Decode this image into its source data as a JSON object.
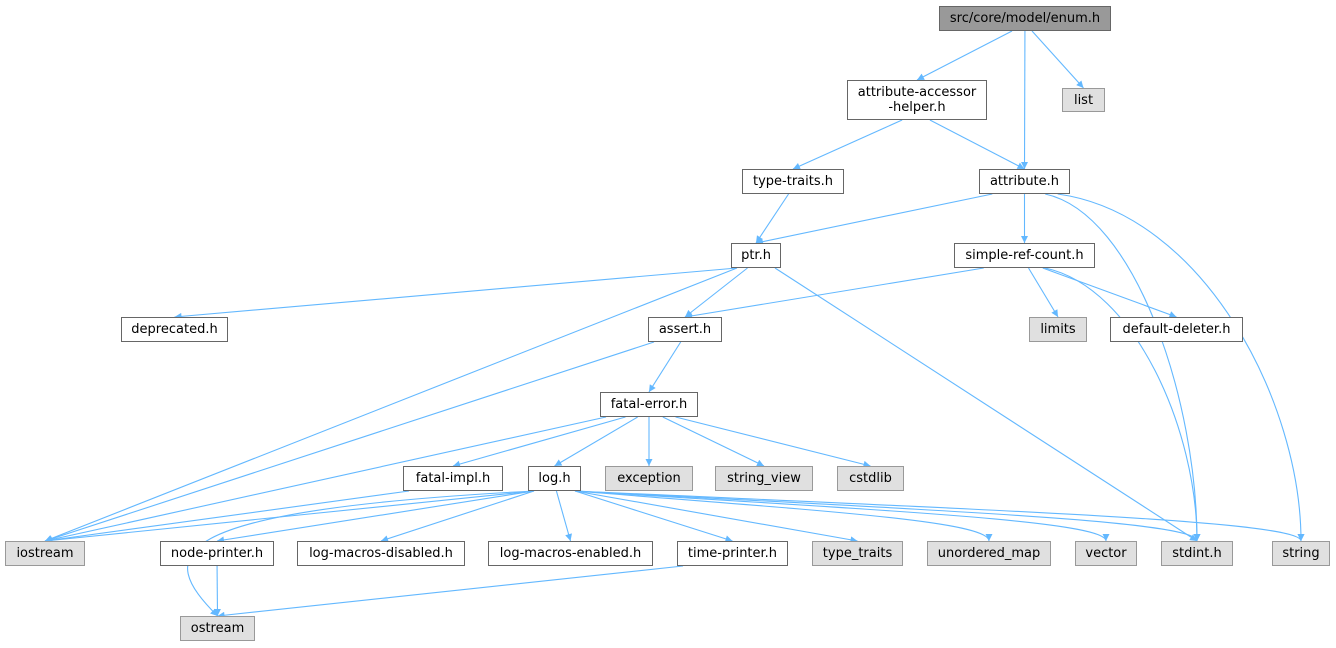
{
  "graph": {
    "nodes": [
      {
        "id": "enum",
        "label": "src/core/model/enum.h",
        "kind": "root"
      },
      {
        "id": "aah",
        "lines": [
          "attribute-accessor",
          "-helper.h"
        ],
        "kind": "file"
      },
      {
        "id": "list",
        "label": "list",
        "kind": "system"
      },
      {
        "id": "typetraits_h",
        "label": "type-traits.h",
        "kind": "file"
      },
      {
        "id": "attribute",
        "label": "attribute.h",
        "kind": "file"
      },
      {
        "id": "ptr",
        "label": "ptr.h",
        "kind": "file"
      },
      {
        "id": "srcount",
        "label": "simple-ref-count.h",
        "kind": "file"
      },
      {
        "id": "deprecated",
        "label": "deprecated.h",
        "kind": "file"
      },
      {
        "id": "assert",
        "label": "assert.h",
        "kind": "file"
      },
      {
        "id": "limits",
        "label": "limits",
        "kind": "system"
      },
      {
        "id": "defdeleter",
        "label": "default-deleter.h",
        "kind": "file"
      },
      {
        "id": "fatalerror",
        "label": "fatal-error.h",
        "kind": "file"
      },
      {
        "id": "fatalimpl",
        "label": "fatal-impl.h",
        "kind": "file"
      },
      {
        "id": "log",
        "label": "log.h",
        "kind": "file"
      },
      {
        "id": "exception",
        "label": "exception",
        "kind": "system"
      },
      {
        "id": "string_view",
        "label": "string_view",
        "kind": "system"
      },
      {
        "id": "cstdlib",
        "label": "cstdlib",
        "kind": "system"
      },
      {
        "id": "iostream",
        "label": "iostream",
        "kind": "system"
      },
      {
        "id": "nodeprinter",
        "label": "node-printer.h",
        "kind": "file"
      },
      {
        "id": "lmdisabled",
        "label": "log-macros-disabled.h",
        "kind": "file"
      },
      {
        "id": "lmenabled",
        "label": "log-macros-enabled.h",
        "kind": "file"
      },
      {
        "id": "timeprinter",
        "label": "time-printer.h",
        "kind": "file"
      },
      {
        "id": "type_traits",
        "label": "type_traits",
        "kind": "system"
      },
      {
        "id": "unordered_map",
        "label": "unordered_map",
        "kind": "system"
      },
      {
        "id": "vector",
        "label": "vector",
        "kind": "system"
      },
      {
        "id": "stdint",
        "label": "stdint.h",
        "kind": "system"
      },
      {
        "id": "string",
        "label": "string",
        "kind": "system"
      },
      {
        "id": "ostream",
        "label": "ostream",
        "kind": "system"
      }
    ],
    "edges": [
      [
        "enum",
        "aah"
      ],
      [
        "enum",
        "attribute"
      ],
      [
        "enum",
        "list"
      ],
      [
        "aah",
        "typetraits_h"
      ],
      [
        "aah",
        "attribute"
      ],
      [
        "typetraits_h",
        "ptr"
      ],
      [
        "attribute",
        "ptr"
      ],
      [
        "attribute",
        "srcount"
      ],
      [
        "attribute",
        "stdint"
      ],
      [
        "attribute",
        "string"
      ],
      [
        "ptr",
        "deprecated"
      ],
      [
        "ptr",
        "assert"
      ],
      [
        "ptr",
        "iostream"
      ],
      [
        "ptr",
        "stdint"
      ],
      [
        "srcount",
        "assert"
      ],
      [
        "srcount",
        "limits"
      ],
      [
        "srcount",
        "defdeleter"
      ],
      [
        "srcount",
        "stdint"
      ],
      [
        "assert",
        "fatalerror"
      ],
      [
        "assert",
        "iostream"
      ],
      [
        "fatalerror",
        "fatalimpl"
      ],
      [
        "fatalerror",
        "log"
      ],
      [
        "fatalerror",
        "exception"
      ],
      [
        "fatalerror",
        "string_view"
      ],
      [
        "fatalerror",
        "cstdlib"
      ],
      [
        "fatalerror",
        "iostream"
      ],
      [
        "fatalimpl",
        "iostream"
      ],
      [
        "log",
        "iostream"
      ],
      [
        "log",
        "nodeprinter"
      ],
      [
        "log",
        "lmdisabled"
      ],
      [
        "log",
        "lmenabled"
      ],
      [
        "log",
        "timeprinter"
      ],
      [
        "log",
        "type_traits"
      ],
      [
        "log",
        "unordered_map"
      ],
      [
        "log",
        "vector"
      ],
      [
        "log",
        "stdint"
      ],
      [
        "log",
        "string"
      ],
      [
        "log",
        "ostream"
      ],
      [
        "nodeprinter",
        "ostream"
      ],
      [
        "timeprinter",
        "ostream"
      ]
    ]
  },
  "colors": {
    "edge": "#63b8ff",
    "node_border": "#666666",
    "root_fill": "#999999",
    "system_fill": "#e0e0e0"
  }
}
